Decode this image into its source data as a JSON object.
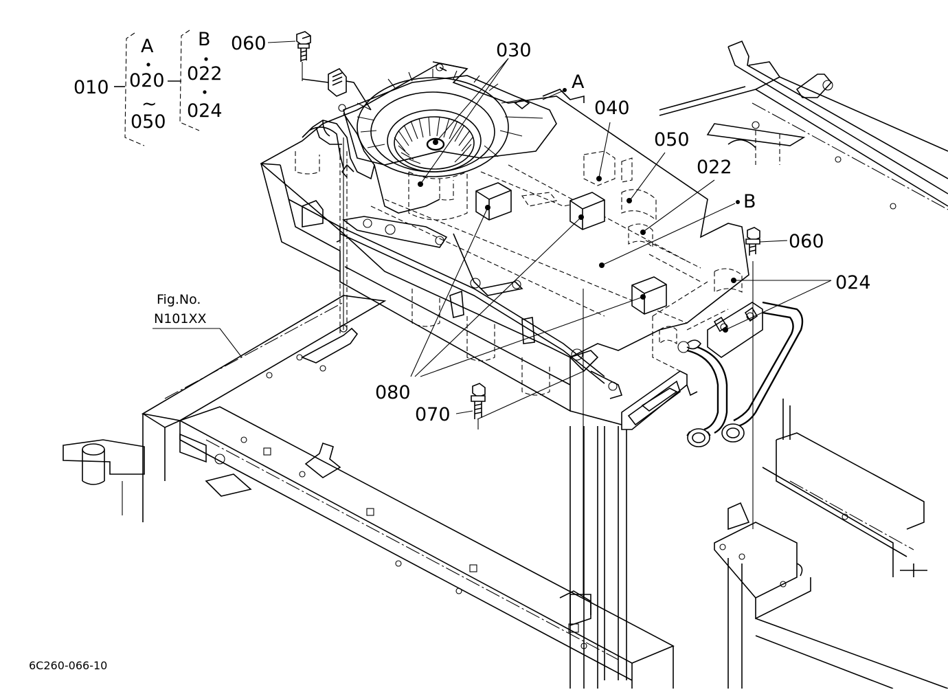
{
  "drawing": {
    "legend": {
      "group_a_letter": "A",
      "group_b_letter": "B",
      "assembly": "010",
      "group_a_start": "020",
      "group_a_range_mark": "~",
      "group_a_end": "050",
      "group_b_first": "022",
      "group_b_second": "024"
    },
    "callouts": {
      "bolt_top_left": "060",
      "blower_fan": "030",
      "sub_assembly_a": "A",
      "part_040": "040",
      "part_050": "050",
      "part_022": "022",
      "sub_assembly_b": "B",
      "bolt_right": "060",
      "pipes": "024",
      "foam_blocks": "080",
      "bolt_bottom": "070"
    },
    "figure_reference": {
      "line1": "Fig.No.",
      "line2": "N101XX"
    },
    "drawing_number": "6C260-066-10"
  }
}
